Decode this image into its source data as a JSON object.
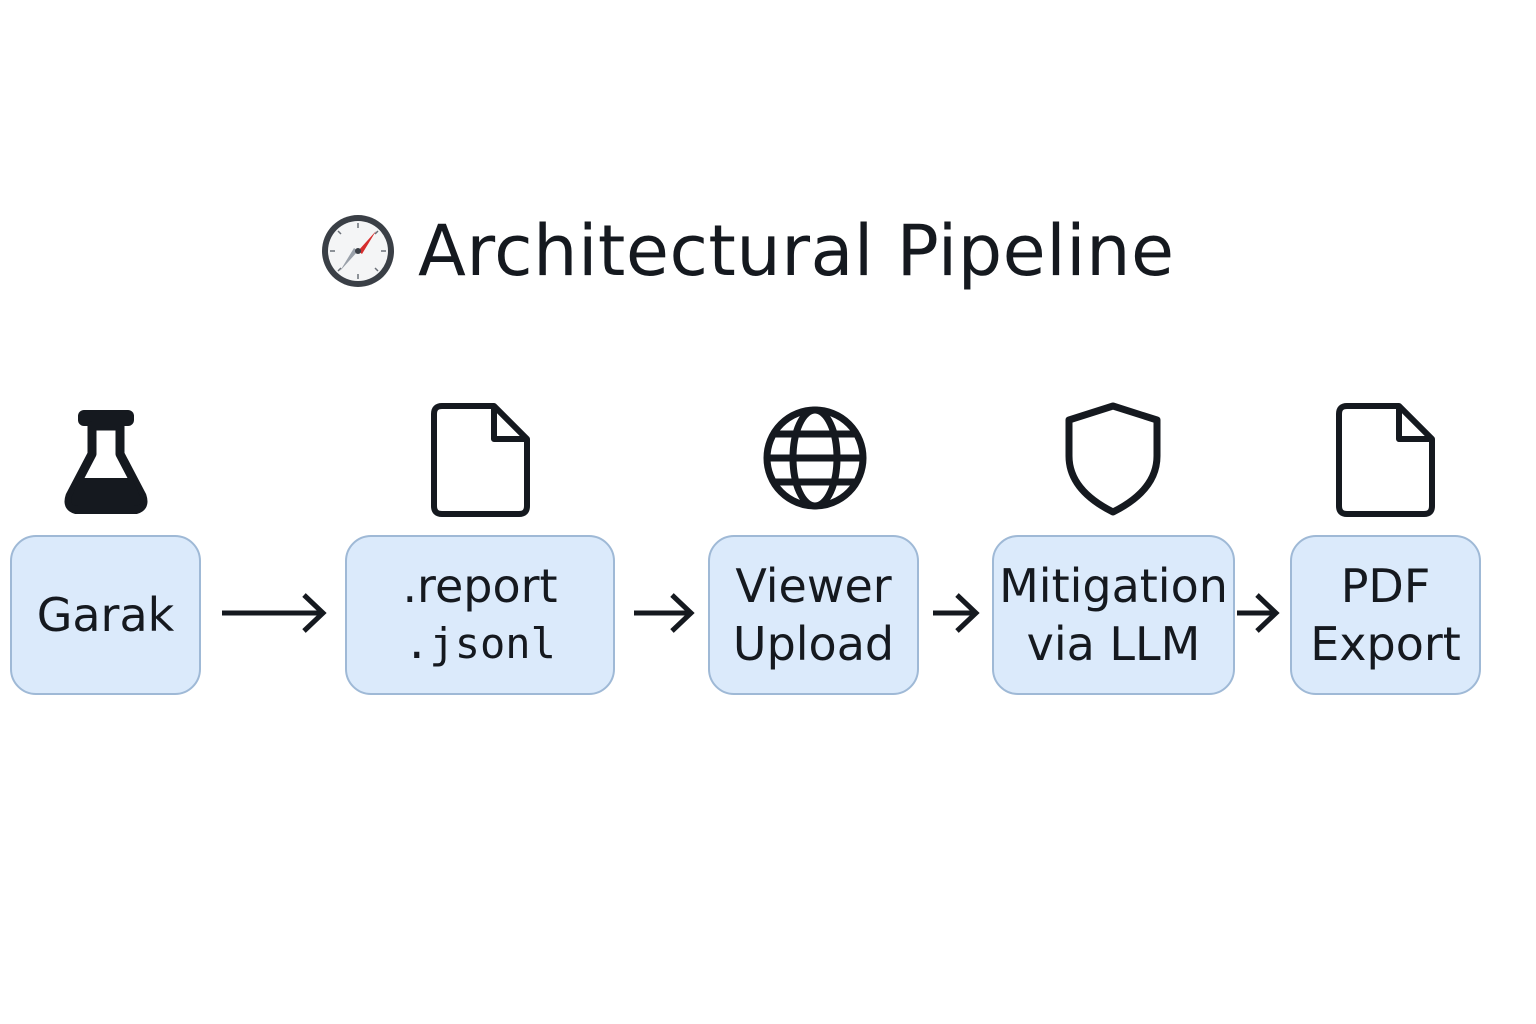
{
  "diagram": {
    "title": "Architectural Pipeline",
    "title_icon": "compass-icon",
    "nodes": [
      {
        "id": "garak",
        "icon": "flask-icon",
        "lines": [
          "Garak"
        ]
      },
      {
        "id": "report",
        "icon": "file-icon",
        "lines": [
          ".report",
          ".jsonl"
        ]
      },
      {
        "id": "viewer",
        "icon": "globe-icon",
        "lines": [
          "Viewer",
          "Upload"
        ]
      },
      {
        "id": "mitigation",
        "icon": "shield-icon",
        "lines": [
          "Mitigation",
          "via LLM"
        ]
      },
      {
        "id": "pdf",
        "icon": "file-icon",
        "lines": [
          "PDF",
          "Export"
        ]
      }
    ],
    "edges": [
      {
        "from": "garak",
        "to": "report"
      },
      {
        "from": "report",
        "to": "viewer"
      },
      {
        "from": "viewer",
        "to": "mitigation"
      },
      {
        "from": "mitigation",
        "to": "pdf"
      }
    ],
    "colors": {
      "box_fill": "#dbeafb",
      "box_border": "#9fb9d6",
      "ink": "#15191f"
    }
  }
}
